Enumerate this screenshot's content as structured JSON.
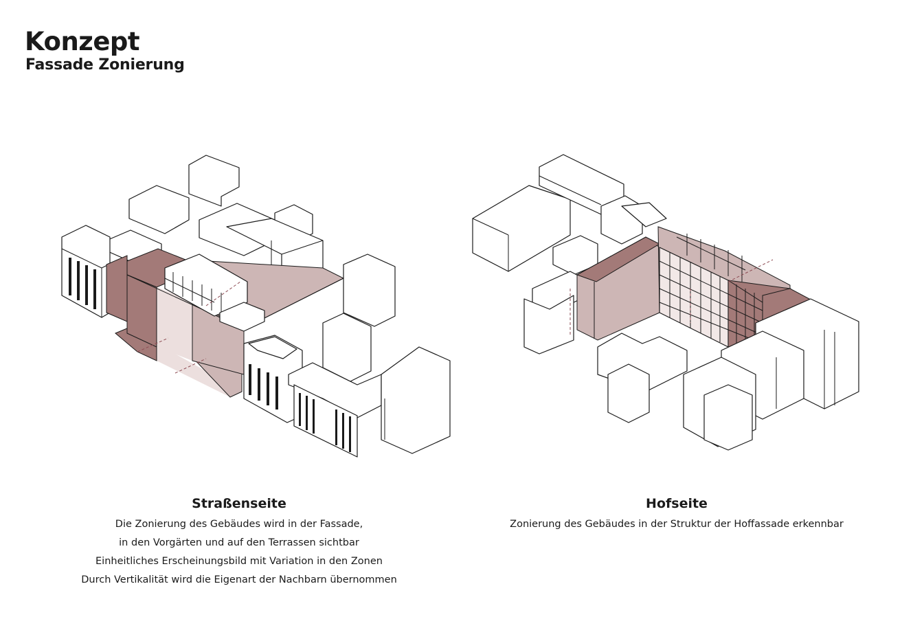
{
  "header": {
    "title": "Konzept",
    "subtitle": "Fassade Zonierung"
  },
  "colors": {
    "zone_dark": "#a37a78",
    "zone_mid": "#cdb6b5",
    "zone_light": "#ecdfde",
    "line": "#1a1a1a"
  },
  "panels": [
    {
      "heading": "Straßenseite",
      "lines": [
        "Die Zonierung des Gebäudes wird in der Fassade,",
        "in den Vorgärten und auf den Terrassen sichtbar",
        "Einheitliches Erscheinungsbild mit Variation in den Zonen",
        "Durch Vertikalität wird die Eigenart der Nachbarn übernommen"
      ]
    },
    {
      "heading": "Hofseite",
      "lines": [
        "Zonierung des Gebäudes in der Struktur der Hoffassade erkennbar"
      ]
    }
  ]
}
